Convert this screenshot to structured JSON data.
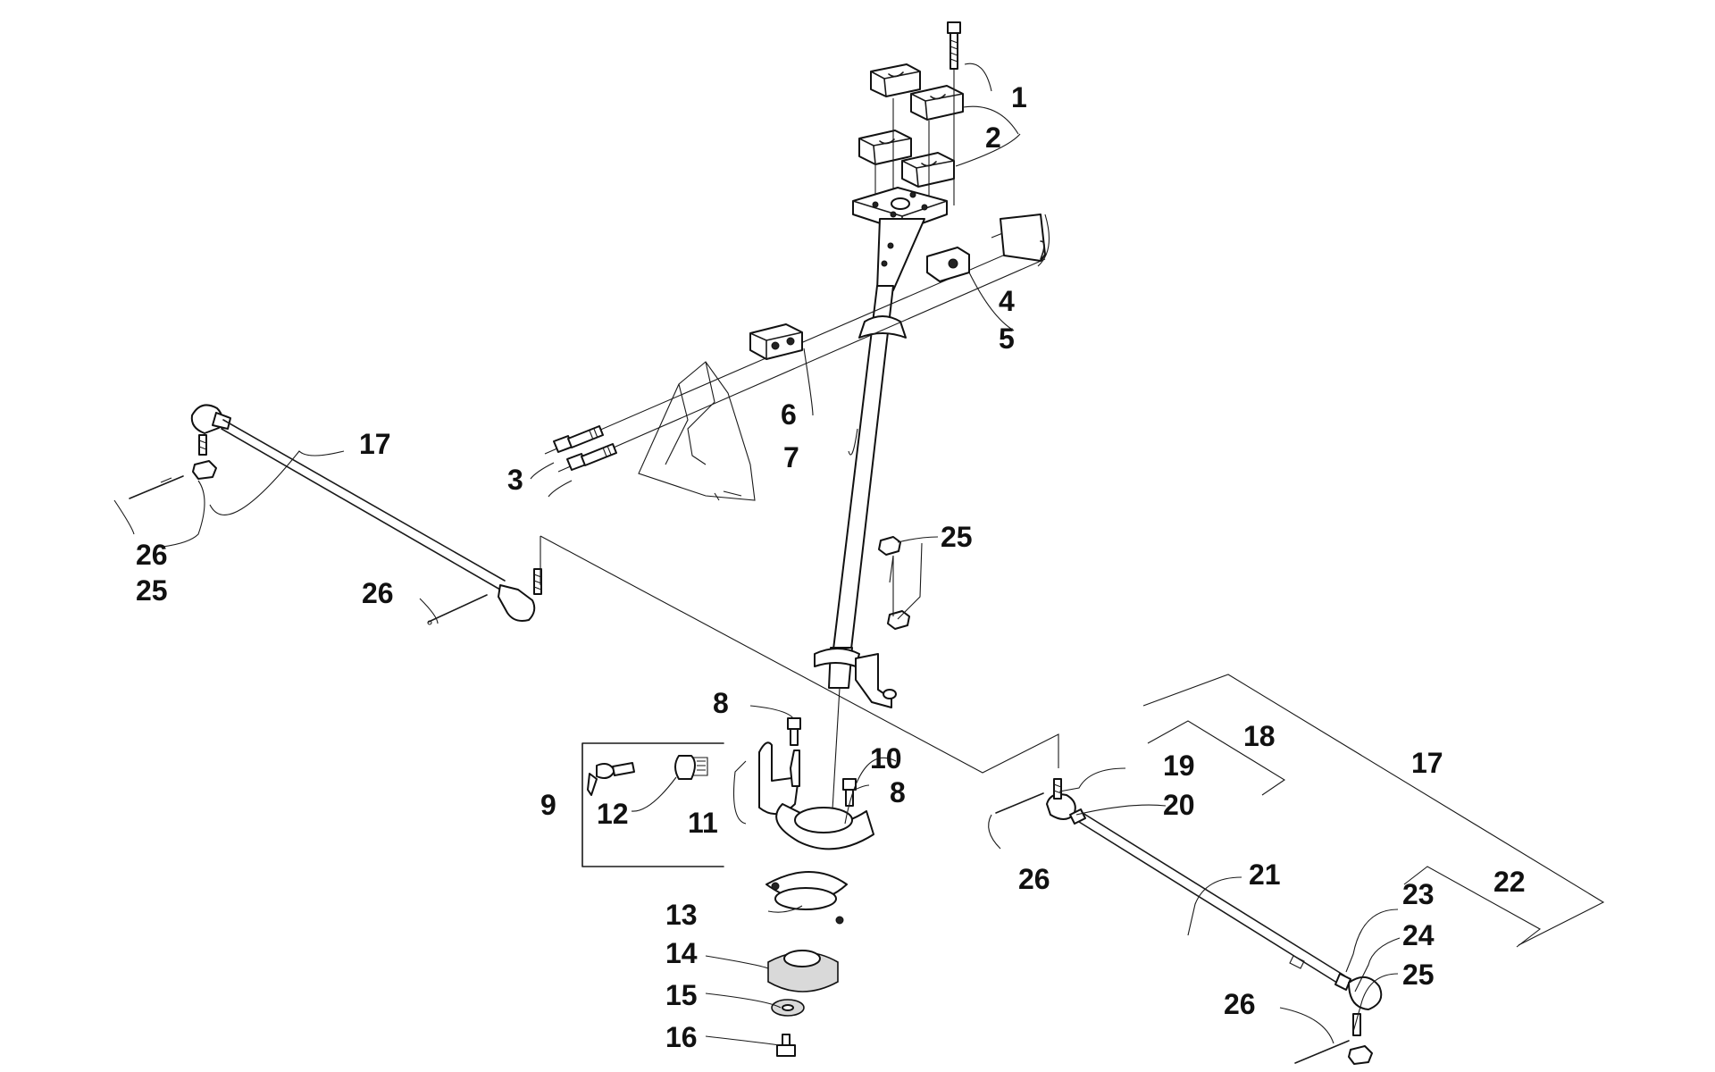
{
  "diagram": {
    "callouts": {
      "c1": "1",
      "c2": "2",
      "c3": "3",
      "c4": "4",
      "c5": "5",
      "c6": "6",
      "c7": "7",
      "c8a": "8",
      "c8b": "8",
      "c9": "9",
      "c10": "10",
      "c11": "11",
      "c12": "12",
      "c13": "13",
      "c14": "14",
      "c15": "15",
      "c16": "16",
      "c17a": "17",
      "c17b": "17",
      "c18": "18",
      "c19": "19",
      "c20": "20",
      "c21": "21",
      "c22": "22",
      "c23": "23",
      "c24": "24",
      "c25a": "25",
      "c25b": "25",
      "c25c": "25",
      "c26a": "26",
      "c26b": "26",
      "c26c": "26",
      "c26d": "26"
    }
  }
}
